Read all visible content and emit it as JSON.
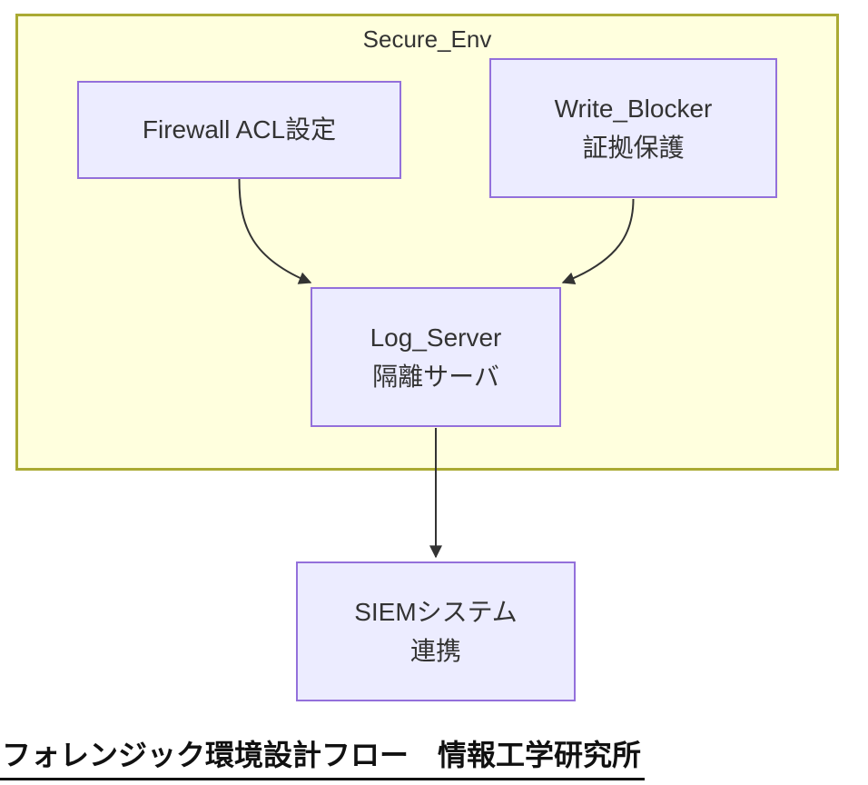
{
  "diagram": {
    "cluster": {
      "label": "Secure_Env"
    },
    "nodes": {
      "firewall": {
        "lines": [
          "Firewall ACL設定"
        ]
      },
      "write_blocker": {
        "lines": [
          "Write_Blocker",
          "証拠保護"
        ]
      },
      "log_server": {
        "lines": [
          "Log_Server",
          "隔離サーバ"
        ]
      },
      "siem": {
        "lines": [
          "SIEMシステム",
          "連携"
        ]
      }
    },
    "edges": [
      {
        "from": "Firewall ACL設定",
        "to": "Log_Server 隔離サーバ"
      },
      {
        "from": "Write_Blocker 証拠保護",
        "to": "Log_Server 隔離サーバ"
      },
      {
        "from": "Log_Server 隔離サーバ",
        "to": "SIEMシステム 連携"
      }
    ],
    "title": "フォレンジック環境設計フロー　情報工学研究所",
    "colors": {
      "cluster_fill": "#ffffde",
      "cluster_border": "#aaaa33",
      "node_fill": "#ececff",
      "node_border": "#9370db",
      "edge": "#333333",
      "text": "#333333"
    }
  }
}
